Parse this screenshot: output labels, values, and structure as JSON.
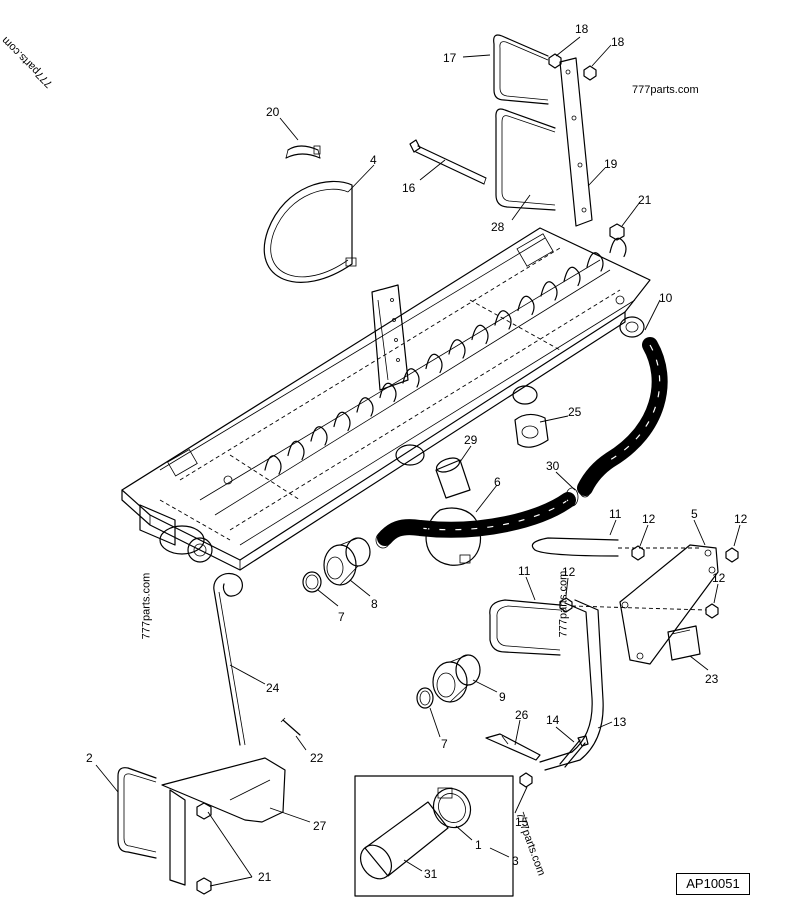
{
  "watermark": "777parts.com",
  "figure_code": "AP10051",
  "callouts": [
    {
      "id": "c17",
      "label": "17"
    },
    {
      "id": "c18a",
      "label": "18"
    },
    {
      "id": "c18b",
      "label": "18"
    },
    {
      "id": "c20",
      "label": "20"
    },
    {
      "id": "c4",
      "label": "4"
    },
    {
      "id": "c16",
      "label": "16"
    },
    {
      "id": "c19",
      "label": "19"
    },
    {
      "id": "c28",
      "label": "28"
    },
    {
      "id": "c21a",
      "label": "21"
    },
    {
      "id": "c10",
      "label": "10"
    },
    {
      "id": "c25",
      "label": "25"
    },
    {
      "id": "c29",
      "label": "29"
    },
    {
      "id": "c30",
      "label": "30"
    },
    {
      "id": "c6",
      "label": "6"
    },
    {
      "id": "c11a",
      "label": "11"
    },
    {
      "id": "c12a",
      "label": "12"
    },
    {
      "id": "c5",
      "label": "5"
    },
    {
      "id": "c12b",
      "label": "12"
    },
    {
      "id": "c11b",
      "label": "11"
    },
    {
      "id": "c12c",
      "label": "12"
    },
    {
      "id": "c12d",
      "label": "12"
    },
    {
      "id": "c7a",
      "label": "7"
    },
    {
      "id": "c8",
      "label": "8"
    },
    {
      "id": "c23",
      "label": "23"
    },
    {
      "id": "c24",
      "label": "24"
    },
    {
      "id": "c9",
      "label": "9"
    },
    {
      "id": "c7b",
      "label": "7"
    },
    {
      "id": "c26",
      "label": "26"
    },
    {
      "id": "c14",
      "label": "14"
    },
    {
      "id": "c13",
      "label": "13"
    },
    {
      "id": "c2",
      "label": "2"
    },
    {
      "id": "c22",
      "label": "22"
    },
    {
      "id": "c15",
      "label": "15"
    },
    {
      "id": "c27",
      "label": "27"
    },
    {
      "id": "c1",
      "label": "1"
    },
    {
      "id": "c3",
      "label": "3"
    },
    {
      "id": "c21b",
      "label": "21"
    },
    {
      "id": "c31",
      "label": "31"
    }
  ]
}
